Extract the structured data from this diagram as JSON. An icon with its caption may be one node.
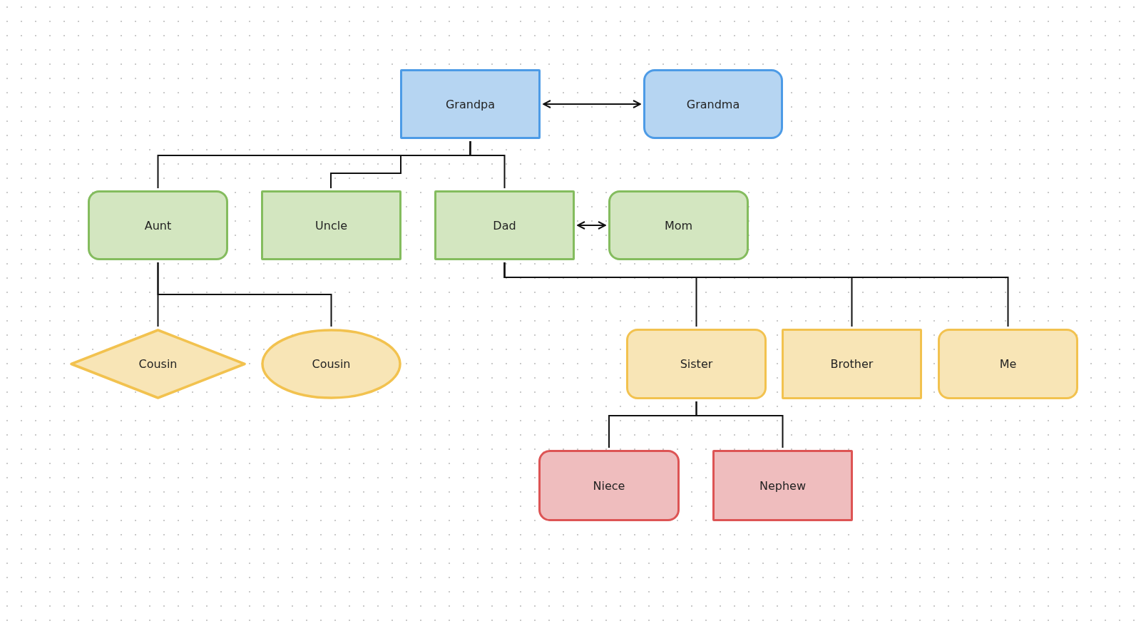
{
  "diagram": {
    "nodes": [
      {
        "text": [
          "Grandpa"
        ]
      },
      {
        "text": [
          "Grandma"
        ]
      },
      {
        "text": [
          "Aunt"
        ]
      },
      {
        "text": [
          "Uncle"
        ]
      },
      {
        "text": [
          "Dad"
        ]
      },
      {
        "text": [
          "Mom"
        ]
      },
      {
        "text": [
          "Cousin"
        ]
      },
      {
        "text": [
          "Cousin"
        ]
      },
      {
        "text": [
          "Sister"
        ]
      },
      {
        "text": [
          "Brother"
        ]
      },
      {
        "text": [
          "Me"
        ]
      },
      {
        "text": [
          "Niece"
        ]
      },
      {
        "text": [
          "Nephew"
        ]
      }
    ],
    "edges": [
      {
        "from": 0,
        "to": 1,
        "arrow": "both"
      },
      {
        "from": 0,
        "to": 2,
        "arrow": "none"
      },
      {
        "from": 0,
        "to": 3,
        "arrow": "none"
      },
      {
        "from": 0,
        "to": 4,
        "arrow": "none"
      },
      {
        "from": 4,
        "to": 5,
        "arrow": "both"
      },
      {
        "from": 2,
        "to": 6,
        "arrow": "none"
      },
      {
        "from": 2,
        "to": 7,
        "arrow": "none"
      },
      {
        "from": 4,
        "to": 8,
        "arrow": "none"
      },
      {
        "from": 4,
        "to": 9,
        "arrow": "none"
      },
      {
        "from": 4,
        "to": 10,
        "arrow": "none"
      },
      {
        "from": 8,
        "to": 11,
        "arrow": "none"
      },
      {
        "from": 8,
        "to": 12,
        "arrow": "none"
      }
    ]
  }
}
